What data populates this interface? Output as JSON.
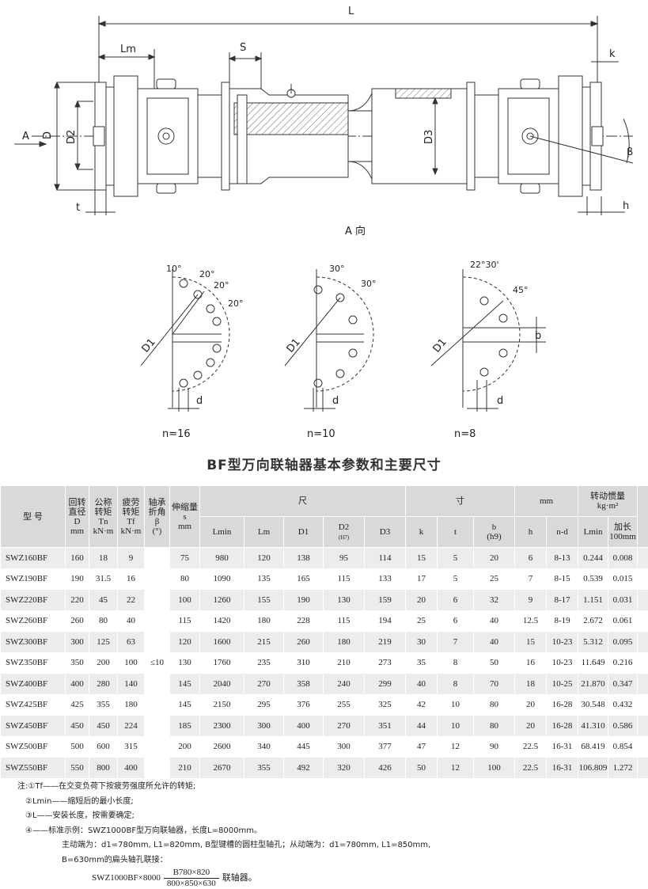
{
  "drawing": {
    "dims": {
      "L": "L",
      "Lm": "Lm",
      "S": "S",
      "k": "k",
      "D": "D",
      "D2": "D2",
      "D3": "D3",
      "A": "A",
      "t": "t",
      "h": "h",
      "beta": "β"
    },
    "view_label": "A 向"
  },
  "flange_views": [
    {
      "n": "n=16",
      "angles": [
        "10°",
        "20°",
        "20°",
        "20°"
      ],
      "D1": "D1",
      "d": "d"
    },
    {
      "n": "n=10",
      "angles": [
        "30°",
        "30°"
      ],
      "D1": "D1",
      "d": "d"
    },
    {
      "n": "n=8",
      "angles": [
        "22°30'",
        "45°"
      ],
      "D1": "D1",
      "d": "d",
      "b": "b"
    }
  ],
  "title": "BF型万向联轴器基本参数和主要尺寸",
  "table": {
    "headers": {
      "model": "型 号",
      "D": [
        "回转",
        "直径",
        "D",
        "mm"
      ],
      "Tn": [
        "公称",
        "转矩",
        "Tn",
        "kN·m"
      ],
      "Tf": [
        "疲劳",
        "转矩",
        "Tf",
        "kN·m"
      ],
      "beta": [
        "轴承",
        "折角",
        "β",
        "(°)"
      ],
      "s": [
        "伸缩量",
        "s",
        "mm"
      ],
      "dims_left": "尺",
      "dims_right": "寸",
      "dims_unit": "mm",
      "inertia": [
        "转动惯量",
        "kg·m²"
      ],
      "sub": {
        "Lmin": "Lmin",
        "Lm": "Lm",
        "D1": "D1",
        "D2": [
          "D2",
          "(H7)"
        ],
        "D3": "D3",
        "k": "k",
        "t": "t",
        "b": [
          "b",
          "(h9)"
        ],
        "h": "h",
        "nd": "n-d",
        "iLmin": "Lmin",
        "iadd": [
          "加长",
          "100mm"
        ]
      }
    },
    "beta_value": "≤10",
    "rows": [
      {
        "model": "SWZ160BF",
        "D": "160",
        "Tn": "18",
        "Tf": "9",
        "s": "75",
        "Lmin": "980",
        "Lm": "120",
        "D1": "138",
        "D2": "95",
        "D3": "114",
        "k": "15",
        "t": "5",
        "b": "20",
        "h": "6",
        "nd": "8-13",
        "iL": "0.244",
        "iA": "0.008"
      },
      {
        "model": "SWZ190BF",
        "D": "190",
        "Tn": "31.5",
        "Tf": "16",
        "s": "80",
        "Lmin": "1090",
        "Lm": "135",
        "D1": "165",
        "D2": "115",
        "D3": "133",
        "k": "17",
        "t": "5",
        "b": "25",
        "h": "7",
        "nd": "8-15",
        "iL": "0.539",
        "iA": "0.015"
      },
      {
        "model": "SWZ220BF",
        "D": "220",
        "Tn": "45",
        "Tf": "22",
        "s": "100",
        "Lmin": "1260",
        "Lm": "155",
        "D1": "190",
        "D2": "130",
        "D3": "159",
        "k": "20",
        "t": "6",
        "b": "32",
        "h": "9",
        "nd": "8-17",
        "iL": "1.151",
        "iA": "0.031"
      },
      {
        "model": "SWZ260BF",
        "D": "260",
        "Tn": "80",
        "Tf": "40",
        "s": "115",
        "Lmin": "1420",
        "Lm": "180",
        "D1": "228",
        "D2": "115",
        "D3": "194",
        "k": "25",
        "t": "6",
        "b": "40",
        "h": "12.5",
        "nd": "8-19",
        "iL": "2.672",
        "iA": "0.061"
      },
      {
        "model": "SWZ300BF",
        "D": "300",
        "Tn": "125",
        "Tf": "63",
        "s": "120",
        "Lmin": "1600",
        "Lm": "215",
        "D1": "260",
        "D2": "180",
        "D3": "219",
        "k": "30",
        "t": "7",
        "b": "40",
        "h": "15",
        "nd": "10-23",
        "iL": "5.312",
        "iA": "0.095"
      },
      {
        "model": "SWZ350BF",
        "D": "350",
        "Tn": "200",
        "Tf": "100",
        "s": "130",
        "Lmin": "1760",
        "Lm": "235",
        "D1": "310",
        "D2": "210",
        "D3": "273",
        "k": "35",
        "t": "8",
        "b": "50",
        "h": "16",
        "nd": "10-23",
        "iL": "11.649",
        "iA": "0.216"
      },
      {
        "model": "SWZ400BF",
        "D": "400",
        "Tn": "280",
        "Tf": "140",
        "s": "145",
        "Lmin": "2040",
        "Lm": "270",
        "D1": "358",
        "D2": "240",
        "D3": "299",
        "k": "40",
        "t": "8",
        "b": "70",
        "h": "18",
        "nd": "10-25",
        "iL": "21.870",
        "iA": "0.347"
      },
      {
        "model": "SWZ425BF",
        "D": "425",
        "Tn": "355",
        "Tf": "180",
        "s": "145",
        "Lmin": "2150",
        "Lm": "295",
        "D1": "376",
        "D2": "255",
        "D3": "325",
        "k": "42",
        "t": "10",
        "b": "80",
        "h": "20",
        "nd": "16-28",
        "iL": "30.548",
        "iA": "0.432"
      },
      {
        "model": "SWZ450BF",
        "D": "450",
        "Tn": "450",
        "Tf": "224",
        "s": "185",
        "Lmin": "2300",
        "Lm": "300",
        "D1": "400",
        "D2": "270",
        "D3": "351",
        "k": "44",
        "t": "10",
        "b": "80",
        "h": "20",
        "nd": "16-28",
        "iL": "41.310",
        "iA": "0.586"
      },
      {
        "model": "SWZ500BF",
        "D": "500",
        "Tn": "600",
        "Tf": "315",
        "s": "200",
        "Lmin": "2600",
        "Lm": "340",
        "D1": "445",
        "D2": "300",
        "D3": "377",
        "k": "47",
        "t": "12",
        "b": "90",
        "h": "22.5",
        "nd": "16-31",
        "iL": "68.419",
        "iA": "0.854"
      },
      {
        "model": "SWZ550BF",
        "D": "550",
        "Tn": "800",
        "Tf": "400",
        "s": "210",
        "Lmin": "2670",
        "Lm": "355",
        "D1": "492",
        "D2": "320",
        "D3": "426",
        "k": "50",
        "t": "12",
        "b": "100",
        "h": "22.5",
        "nd": "16-31",
        "iL": "106.809",
        "iA": "1.272"
      }
    ]
  },
  "notes": {
    "n1": "注:①Tf——在交变负荷下按疲劳强度所允许的转矩;",
    "n2": "②Lmin——缩短后的最小长度;",
    "n3": "③L——安装长度，按需要确定;",
    "n4": "④——标准示例：SWZ1000BF型万向联轴器，长度L=8000mm。",
    "n5": "主动端为：d1=780mm, L1=820mm, B型键槽的圆柱型轴孔；从动端为：d1=780mm, L1=850mm,",
    "n6": "B=630mm的扁头轴孔联接：",
    "f_left": "SWZ1000BF×8000",
    "f_num": "B780×820",
    "f_den": "800×850×630",
    "f_right": "联轴器。"
  }
}
